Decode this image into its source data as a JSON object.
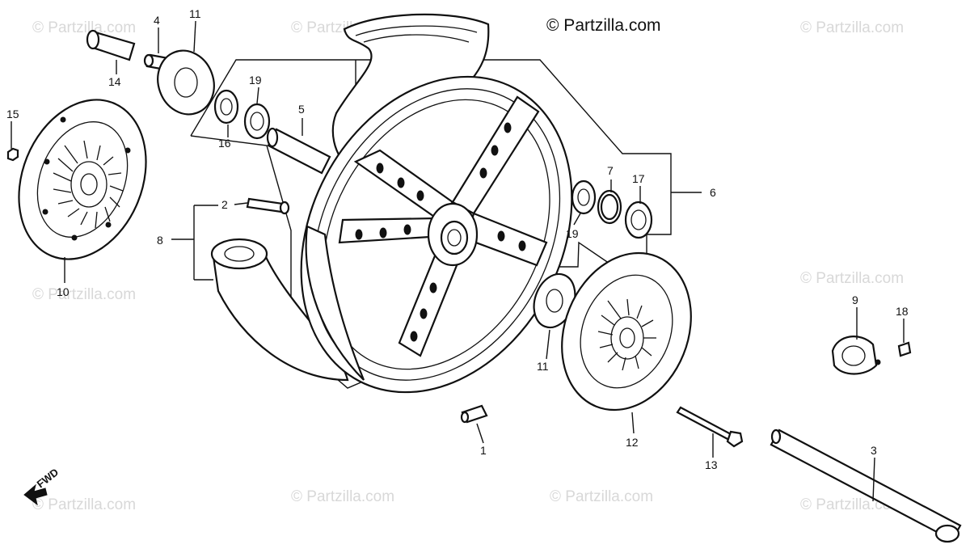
{
  "copyright": "© Partzilla.com",
  "watermark": "© Partzilla.com",
  "fwd_label": "FWD",
  "callouts": {
    "p1": "1",
    "p2": "2",
    "p3": "3",
    "p4": "4",
    "p5": "5",
    "p6": "6",
    "p7": "7",
    "p8": "8",
    "p9": "9",
    "p10": "10",
    "p11a": "11",
    "p11b": "11",
    "p12": "12",
    "p13": "13",
    "p14": "14",
    "p15": "15",
    "p16": "16",
    "p17": "17",
    "p18": "18",
    "p19a": "19",
    "p19b": "19"
  }
}
